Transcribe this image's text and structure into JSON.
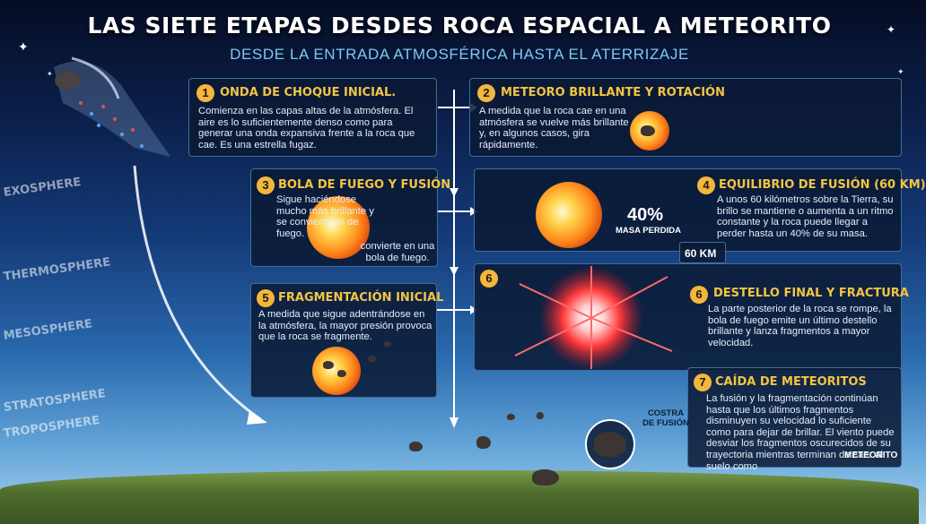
{
  "header": {
    "title": "LAS SIETE ETAPAS DESDES ROCA ESPACIAL A METEORITO",
    "subtitle": "DESDE LA ENTRADA ATMOSFÉRICA HASTA EL ATERRIZAJE"
  },
  "layers": [
    "EXOSPHERE",
    "THERMOSPHERE",
    "MESOSPHERE",
    "STRATOSPHERE",
    "TROPOSPHERE"
  ],
  "stages": [
    {
      "number": "1",
      "title": "ONDA DE CHOQUE INICIAL.",
      "text": "Comienza en las capas altas de la atmósfera. El aire es lo suficientemente denso como para generar una onda expansiva frente a la roca que cae. Es una estrella fugaz."
    },
    {
      "number": "2",
      "title": "METEORO BRILLANTE Y ROTACIÓN",
      "text": "A medida que la roca cae en una atmósfera se vuelve más brillante y, en algunos casos, gira rápidamente."
    },
    {
      "number": "3",
      "title": "BOLA DE FUEGO Y FUSIÓN",
      "text": "Sigue haciéndose mucho más brillante y se convierte en de fuego.",
      "callout": "convierte en una bola de fuego."
    },
    {
      "number": "4",
      "title": "EQUILIBRIO DE FUSIÓN (60 KM)",
      "text": "A unos 60 kilómetros sobre la Tierra, su brillo se mantiene o aumenta a un ritmo constante y la roca puede llegar a perder hasta un 40% de su masa.",
      "stat": "40%",
      "stat_label": "MASA PERDIDA"
    },
    {
      "number": "5",
      "title": "FRAGMENTACIÓN INICIAL",
      "text": "A medida que sigue adentrándose en la atmósfera, la mayor presión provoca que la roca se fragmente."
    },
    {
      "number": "6",
      "title": "DESTELLO FINAL Y FRACTURA",
      "text": "La parte posterior de la roca se rompe, la bola de fuego emite un último destello brillante y lanza fragmentos a mayor velocidad."
    },
    {
      "number": "7",
      "title": "CAÍDA DE METEORITOS",
      "text": "La fusión y la fragmentación continúan hasta que los últimos fragmentos disminuyen su velocidad lo suficiente como para dejar de brillar. El viento puede desviar los fragmentos oscurecidos de su trayectoria mientras terminan de caer al suelo como"
    }
  ],
  "labels": {
    "altitude": "60 KM",
    "fusion_crust": "COSTRA DE FUSIÓN",
    "meteorite": "METEORITO"
  },
  "colors": {
    "accent": "#f4c542",
    "box_border": "#3d6f9e",
    "subtitle": "#7ec8f2"
  }
}
